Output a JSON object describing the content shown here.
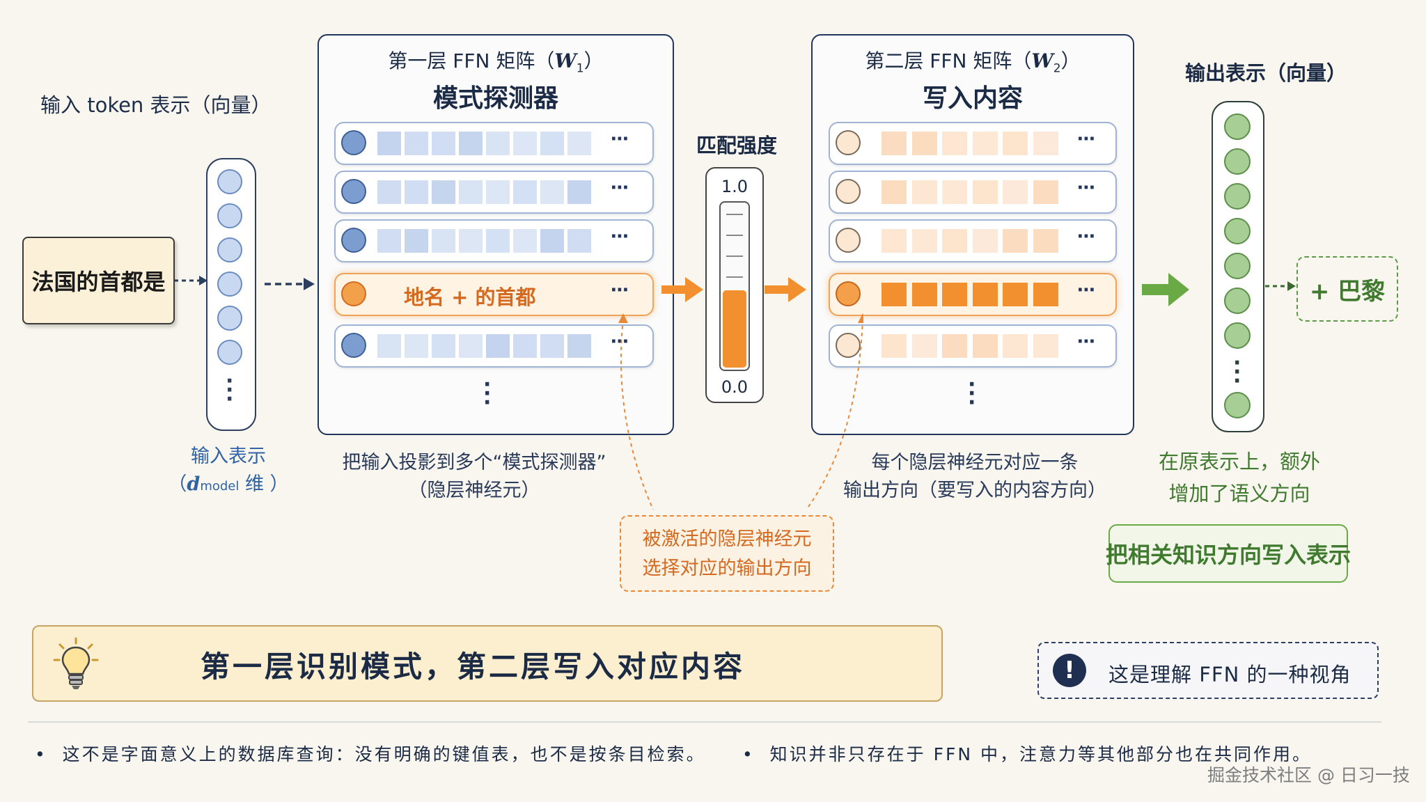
{
  "input": {
    "title": "输入 token 表示（向量）",
    "query": "法国的首都是",
    "vec_caption_line1": "输入表示",
    "vec_caption_d": "d",
    "vec_caption_sub": "model",
    "vec_caption_open": "（",
    "vec_caption_close": "维 ）"
  },
  "layer1": {
    "header": "第一层 FFN 矩阵（",
    "w_symbol": "W",
    "w_sub": "1",
    "header_close": "）",
    "title": "模式探测器",
    "highlight_label": "地名 + 的首都",
    "ellipsis": "⋯",
    "caption_line1": "把输入投影到多个“模式探测器”",
    "caption_line2": "（隐层神经元）"
  },
  "meter": {
    "title": "匹配强度",
    "max": "1.0",
    "min": "0.0",
    "level": 0.48
  },
  "layer2": {
    "header": "第二层 FFN 矩阵（",
    "w_symbol": "W",
    "w_sub": "2",
    "header_close": "）",
    "title": "写入内容",
    "ellipsis": "⋯",
    "caption_line1": "每个隐层神经元对应一条",
    "caption_line2": "输出方向（要写入的内容方向）"
  },
  "callout": {
    "line1": "被激活的隐层神经元",
    "line2": "选择对应的输出方向"
  },
  "output": {
    "title": "输出表示（向量）",
    "added": "+ 巴黎",
    "caption_line1": "在原表示上，额外",
    "caption_line2": "增加了语义方向",
    "box": "把相关知识方向写入表示"
  },
  "summary": {
    "text": "第一层识别模式，第二层写入对应内容"
  },
  "note": {
    "text": "这是理解 FFN 的一种视角",
    "icon": "!"
  },
  "bullets": [
    "这不是字面意义上的数据库查询：没有明确的键值表，也不是按条目检索。",
    "知识并非只存在于 FFN 中，注意力等其他部分也在共同作用。"
  ],
  "watermark": "掘金技术社区 @ 日习一技",
  "colors": {
    "blue_accent": "#6b8cc0",
    "orange_accent": "#f2902f",
    "green_accent": "#6aaa45",
    "navy": "#22355c"
  }
}
